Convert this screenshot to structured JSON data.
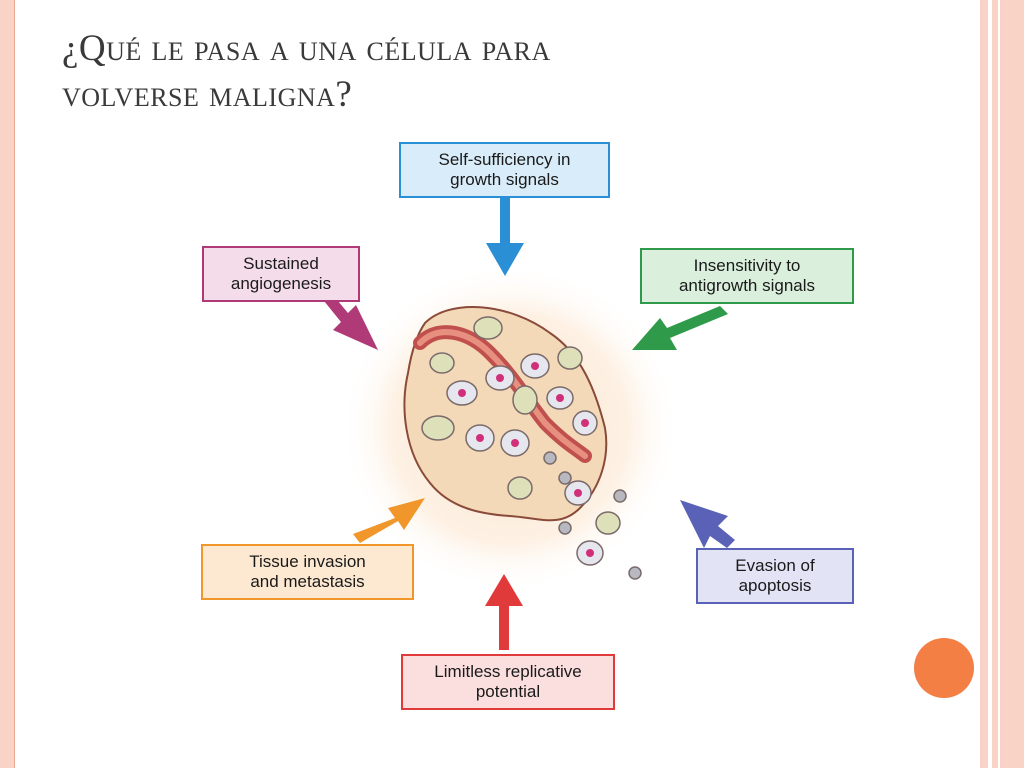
{
  "slide": {
    "title_line1": "¿Qué le pasa a una célula para",
    "title_line2": "volverse maligna?"
  },
  "diagram": {
    "labels": [
      {
        "id": "growth-signals",
        "line1": "Self-sufficiency in",
        "line2": "growth signals",
        "color": "#2b8fd6",
        "fill": "#d9ecf9"
      },
      {
        "id": "antigrowth",
        "line1": "Insensitivity to",
        "line2": "antigrowth signals",
        "color": "#2f9a4a",
        "fill": "#daf0dd"
      },
      {
        "id": "apoptosis",
        "line1": "Evasion of",
        "line2": "apoptosis",
        "color": "#5a62b8",
        "fill": "#e2e3f5"
      },
      {
        "id": "replicative",
        "line1": "Limitless replicative",
        "line2": "potential",
        "color": "#e03a3a",
        "fill": "#fbdede"
      },
      {
        "id": "metastasis",
        "line1": "Tissue invasion",
        "line2": "and metastasis",
        "color": "#f0962a",
        "fill": "#fde9d2"
      },
      {
        "id": "angiogenesis",
        "line1": "Sustained",
        "line2": "angiogenesis",
        "color": "#b03a78",
        "fill": "#f5dcea"
      }
    ]
  },
  "theme": {
    "accent_dot": "#f47f45",
    "border_color": "#f8d3c6"
  }
}
